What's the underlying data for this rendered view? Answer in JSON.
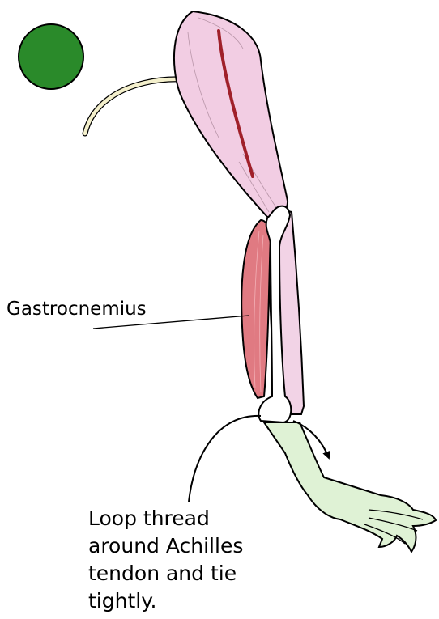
{
  "labels": {
    "gastrocnemius": "Gastrocnemius",
    "loop_instruction_lines": [
      "Loop thread",
      "around Achilles",
      "tendon and tie",
      "tightly."
    ]
  },
  "colors": {
    "green_dot": "#2a8a2a",
    "thigh_muscle": "#f2cde3",
    "thigh_vessel": "#a0202a",
    "gastrocnemius": "#e07a82",
    "bone": "#ffffff",
    "shin": "#f2d3e6",
    "foot": "#dff2d5",
    "thread": "#f4f0cc"
  }
}
